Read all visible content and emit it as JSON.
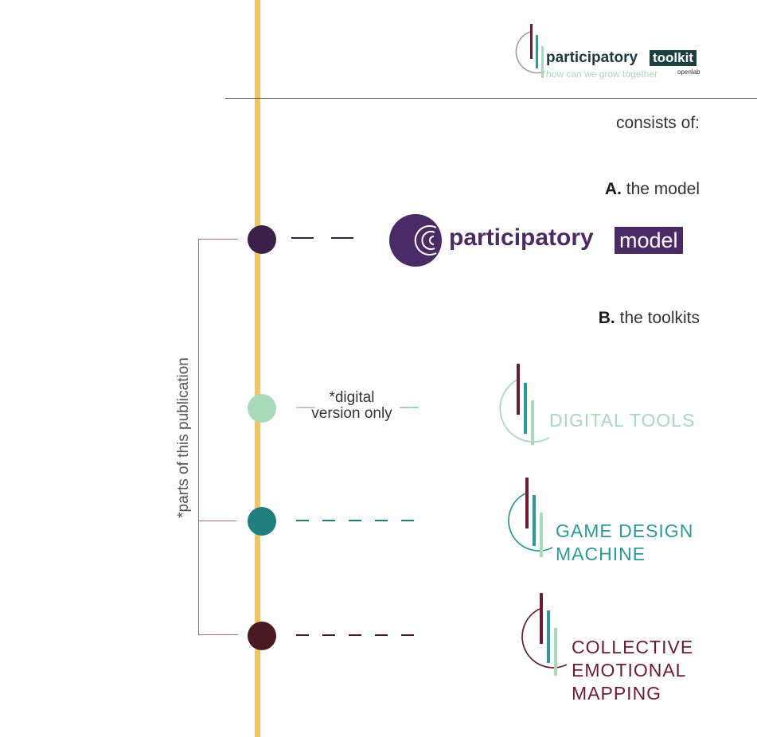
{
  "consists_of": "consists of:",
  "section_a": {
    "letter": "A.",
    "text": "the model"
  },
  "section_b": {
    "letter": "B.",
    "text": "the toolkits"
  },
  "side_label": "*parts of this publication",
  "digital_note": {
    "line1": "*digital",
    "line2": "version only"
  },
  "logos": {
    "toolkit": {
      "word1": "participatory",
      "word2": "toolkit",
      "tagline": "how can we grow together",
      "org": "openlab"
    },
    "model": {
      "word1": "participatory",
      "word2": "model"
    },
    "digital_tools": {
      "line1": "DIGITAL TOOLS"
    },
    "game_design": {
      "line1": "GAME DESIGN",
      "line2": "MACHINE"
    },
    "emotional_mapping": {
      "line1": "COLLECTIVE",
      "line2": "EMOTIONAL",
      "line3": "MAPPING"
    }
  },
  "colors": {
    "timeline": "#efc662",
    "model_dot": "#3b2149",
    "digital_dot": "#a8d9b8",
    "game_dot": "#1f7f7f",
    "mapping_dot": "#4a1a22",
    "model_purple": "#4a2b66",
    "digital_green": "#a8d9b8",
    "game_teal": "#2b9a9a",
    "mapping_maroon": "#6e1a33"
  }
}
